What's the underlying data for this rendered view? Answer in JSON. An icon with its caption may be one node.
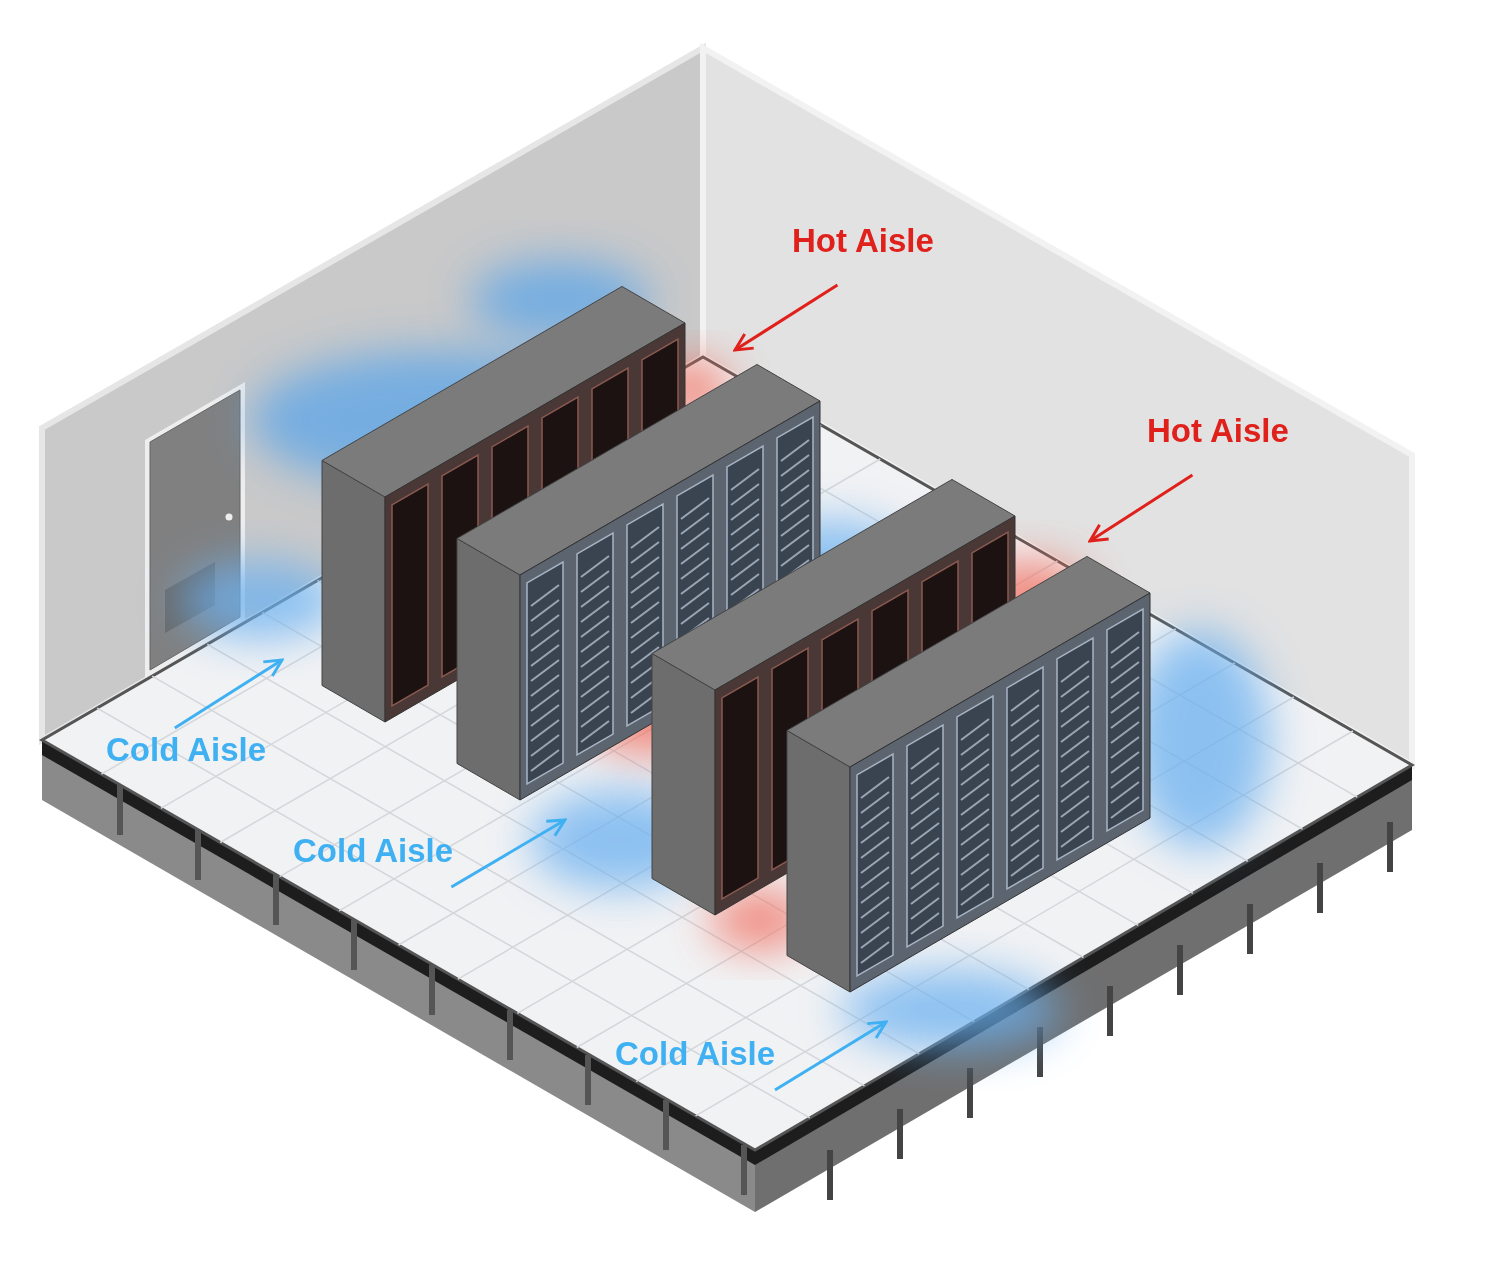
{
  "diagram": {
    "nodes": [
      {
        "text": [
          "Hot Aisle"
        ]
      },
      {
        "text": [
          "Hot Aisle"
        ]
      },
      {
        "text": [
          "Cold Aisle"
        ]
      },
      {
        "text": [
          "Cold Aisle"
        ]
      },
      {
        "text": [
          "Cold Aisle"
        ]
      }
    ],
    "edges": [
      {
        "from": 0,
        "to": null,
        "arrow": "to",
        "color": "#e0201b"
      },
      {
        "from": 1,
        "to": null,
        "arrow": "to",
        "color": "#e0201b"
      },
      {
        "from": 2,
        "to": null,
        "arrow": "to",
        "color": "#3fb0f2"
      },
      {
        "from": 3,
        "to": null,
        "arrow": "to",
        "color": "#3fb0f2"
      },
      {
        "from": 4,
        "to": null,
        "arrow": "to",
        "color": "#3fb0f2"
      }
    ]
  }
}
